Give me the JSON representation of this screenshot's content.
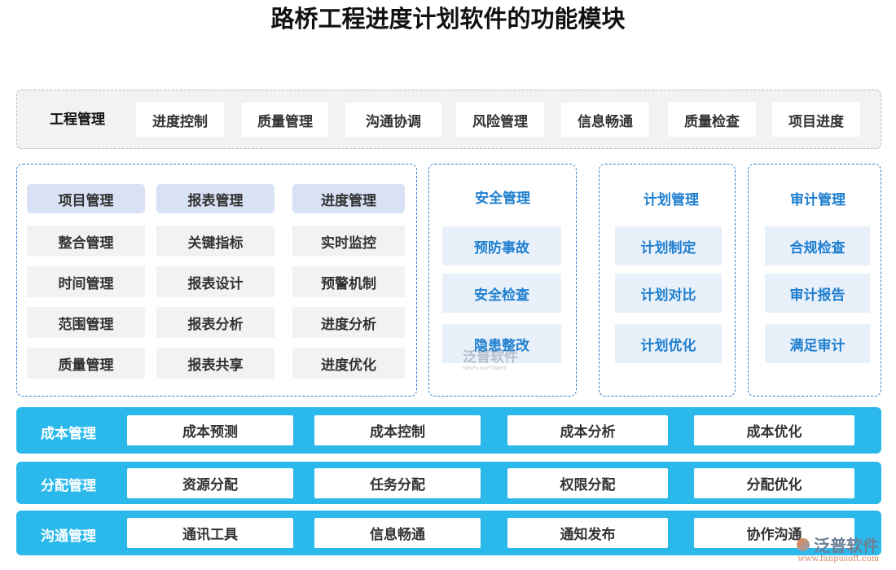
{
  "title": "路桥工程进度计划软件的功能模块",
  "engineering": {
    "label": "工程管理",
    "items": [
      "进度控制",
      "质量管理",
      "沟通协调",
      "风险管理",
      "信息畅通",
      "质量检查",
      "项目进度"
    ]
  },
  "columns": [
    {
      "header": "项目管理",
      "items": [
        "整合管理",
        "时间管理",
        "范围管理",
        "质量管理"
      ]
    },
    {
      "header": "报表管理",
      "items": [
        "关键指标",
        "报表设计",
        "报表分析",
        "报表共享"
      ]
    },
    {
      "header": "进度管理",
      "items": [
        "实时监控",
        "预警机制",
        "进度分析",
        "进度优化"
      ]
    }
  ],
  "safety": {
    "title": "安全管理",
    "items": [
      "预防事故",
      "安全检查",
      "隐患整改"
    ]
  },
  "plan": {
    "title": "计划管理",
    "items": [
      "计划制定",
      "计划对比",
      "计划优化"
    ]
  },
  "audit": {
    "title": "审计管理",
    "items": [
      "合规检查",
      "审计报告",
      "满足审计"
    ]
  },
  "bars": [
    {
      "label": "成本管理",
      "items": [
        "成本预测",
        "成本控制",
        "成本分析",
        "成本优化"
      ]
    },
    {
      "label": "分配管理",
      "items": [
        "资源分配",
        "任务分配",
        "权限分配",
        "分配优化"
      ]
    },
    {
      "label": "沟通管理",
      "items": [
        "通讯工具",
        "信息畅通",
        "通知发布",
        "协作沟通"
      ]
    }
  ],
  "watermark": {
    "brand": "泛普软件",
    "sub": "FANPU SOFTWARE",
    "url": "www.fanpusoft.com"
  },
  "colors": {
    "accent": "#2bb9ec",
    "blue_text": "#1f7fcf",
    "header_bg": "#d9e1f5"
  }
}
